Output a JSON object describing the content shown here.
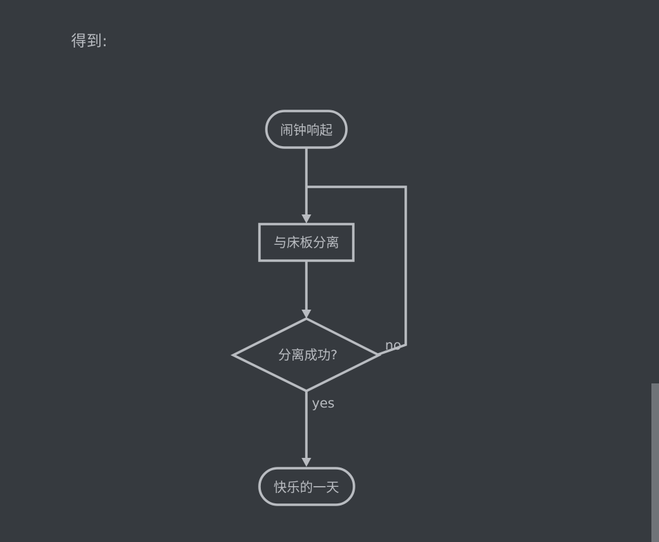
{
  "heading": "得到:",
  "flowchart": {
    "nodes": {
      "start": {
        "label": "闹钟响起",
        "shape": "terminator"
      },
      "action": {
        "label": "与床板分离",
        "shape": "process"
      },
      "decision": {
        "label": "分离成功?",
        "shape": "decision"
      },
      "end": {
        "label": "快乐的一天",
        "shape": "terminator"
      }
    },
    "edges": [
      {
        "from": "start",
        "to": "action",
        "label": ""
      },
      {
        "from": "action",
        "to": "decision",
        "label": ""
      },
      {
        "from": "decision",
        "to": "end",
        "label": "yes"
      },
      {
        "from": "decision",
        "to": "action",
        "label": "no"
      }
    ],
    "edge_labels": {
      "yes": "yes",
      "no": "no"
    }
  },
  "colors": {
    "background": "#363a3f",
    "stroke": "#b9bcc1",
    "text": "#b9bcc1",
    "scrollbar": "#6f7378"
  }
}
